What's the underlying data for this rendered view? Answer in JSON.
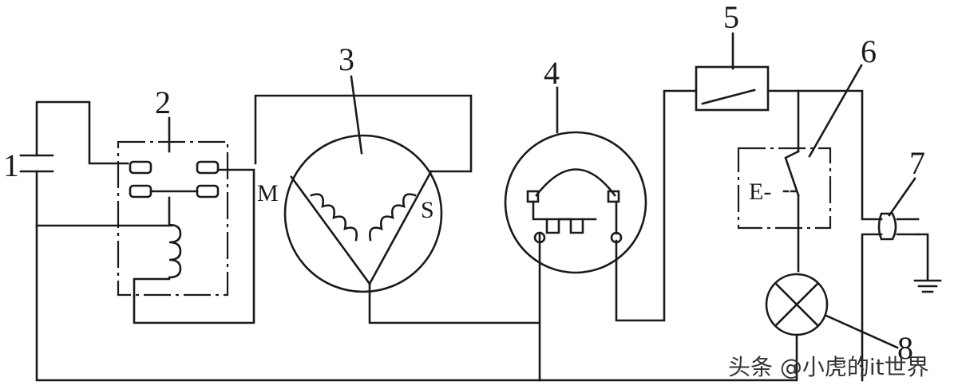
{
  "labels": {
    "n1": "1",
    "n2": "2",
    "n3": "3",
    "n4": "4",
    "n5": "5",
    "n6": "6",
    "n7": "7",
    "n8": "8",
    "motor_m": "M",
    "motor_s": "S",
    "switch_e": "E-"
  },
  "watermark": "头条 @小虎的it世界"
}
